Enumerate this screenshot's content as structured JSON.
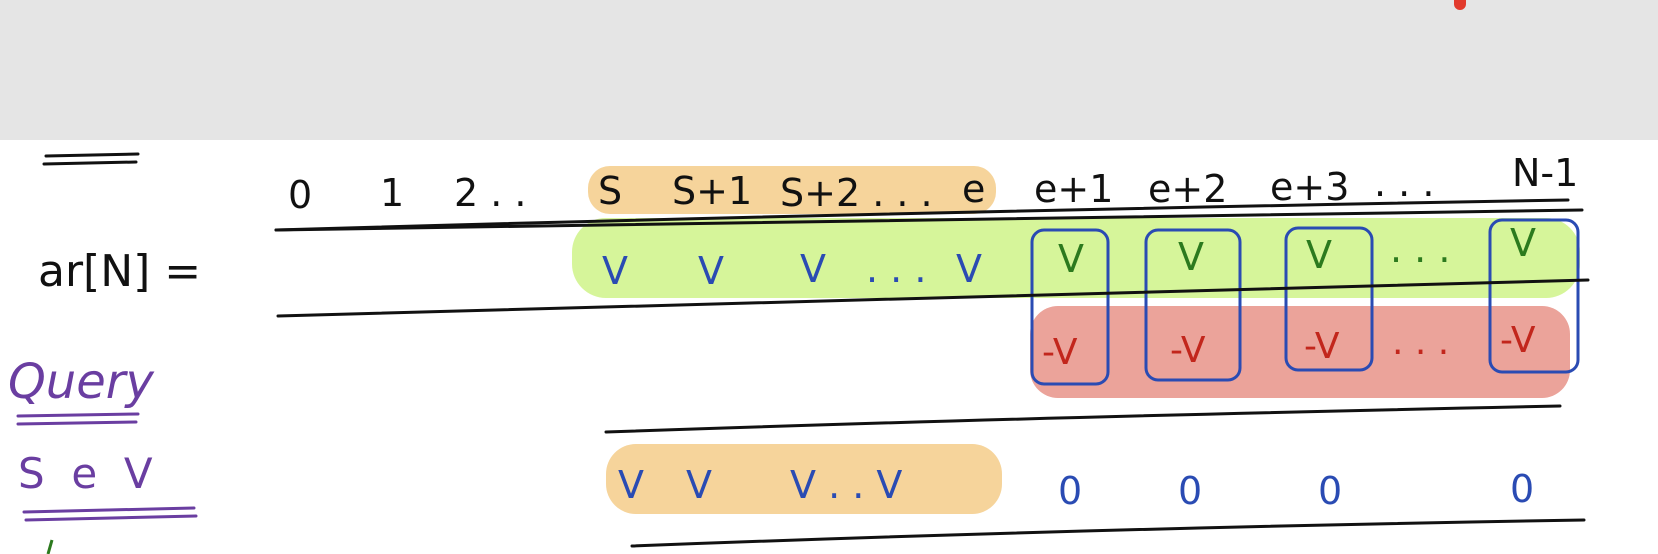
{
  "array_label": "ar[N] =",
  "indices": [
    "0",
    "1",
    "2 . .",
    "S",
    "S+1",
    "S+2 . . .",
    "e",
    "e+1",
    "e+2",
    "e+3",
    ". . .",
    "N-1"
  ],
  "update_row": [
    "V",
    "V",
    "V",
    ". . .",
    "V",
    "V",
    "V",
    "V",
    ". . .",
    "V"
  ],
  "negation_row": [
    "-V",
    "-V",
    "-V",
    ". . .",
    "-V"
  ],
  "result_row": [
    "V",
    "V",
    "V . . V",
    "0",
    "0",
    "0",
    "0"
  ],
  "query_title": "Query",
  "query_params": "S  e  V",
  "colors": {
    "ink": "#111111",
    "blue": "#2a4bb3",
    "red": "#c2261c",
    "purple": "#6a3ea1",
    "range_highlight": "#f6d49b",
    "green_highlight": "#d6f59a",
    "red_highlight": "#eba39a"
  }
}
